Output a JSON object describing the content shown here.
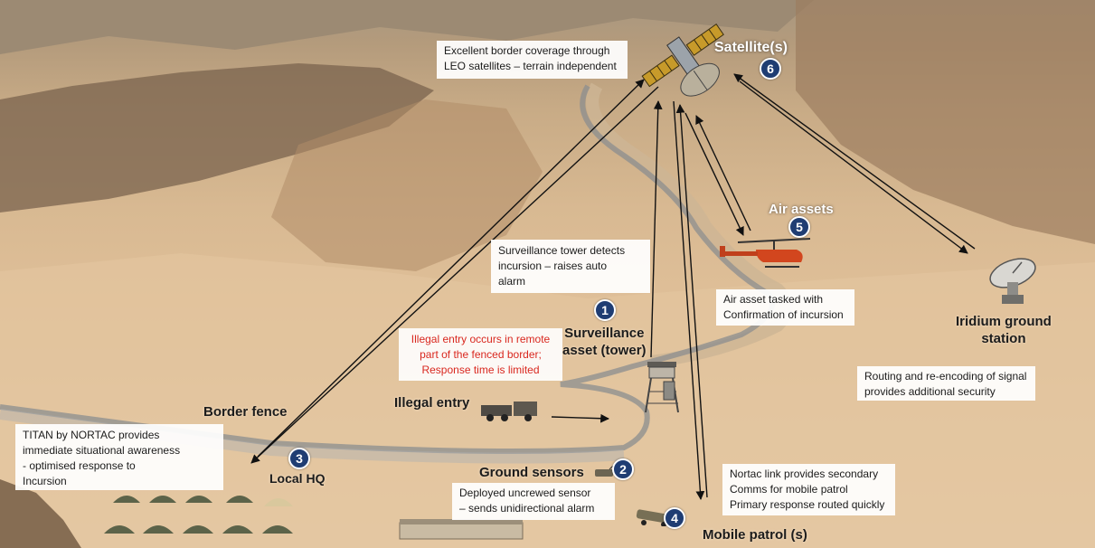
{
  "badges": [
    "1",
    "2",
    "3",
    "4",
    "5",
    "6"
  ],
  "labels": {
    "satellite": "Satellite(s)",
    "air_assets": "Air assets",
    "surveillance": [
      "Surveillance",
      "asset (tower)"
    ],
    "iridium": [
      "Iridium ground",
      "station"
    ],
    "border_fence": "Border fence",
    "illegal_entry": "Illegal entry",
    "local_hq": "Local HQ",
    "ground_sensors": "Ground sensors",
    "mobile_patrol": "Mobile patrol (s)"
  },
  "boxes": {
    "leo": [
      "Excellent border coverage through",
      "LEO satellites – terrain independent"
    ],
    "tower_detects": [
      "Surveillance tower detects",
      "incursion – raises auto",
      "alarm"
    ],
    "illegal_remote": [
      "Illegal entry occurs in remote",
      "part of the fenced border;",
      "Response time is limited"
    ],
    "air_tasked": [
      "Air asset tasked with",
      "Confirmation of incursion"
    ],
    "routing": [
      "Routing and re-encoding of signal",
      "provides additional security"
    ],
    "titan": [
      "TITAN by NORTAC provides",
      "immediate situational awareness",
      "- optimised response to",
      "Incursion"
    ],
    "sensor": [
      "Deployed uncrewed sensor",
      "– sends unidirectional alarm"
    ],
    "nortac": [
      "Nortac link provides secondary",
      "Comms for mobile patrol",
      "Primary response routed quickly"
    ]
  },
  "colors": {
    "badge": "#1f3d73",
    "warning_text": "#d9281f",
    "arrow": "#111111",
    "helicopter": "#d2461e",
    "satellite_panel": "#c79a2a"
  },
  "icons": [
    "satellite-icon",
    "helicopter-icon",
    "ground-dish-icon",
    "watch-tower-icon",
    "tent-icon",
    "vehicle-icon",
    "ground-sensor-icon"
  ]
}
